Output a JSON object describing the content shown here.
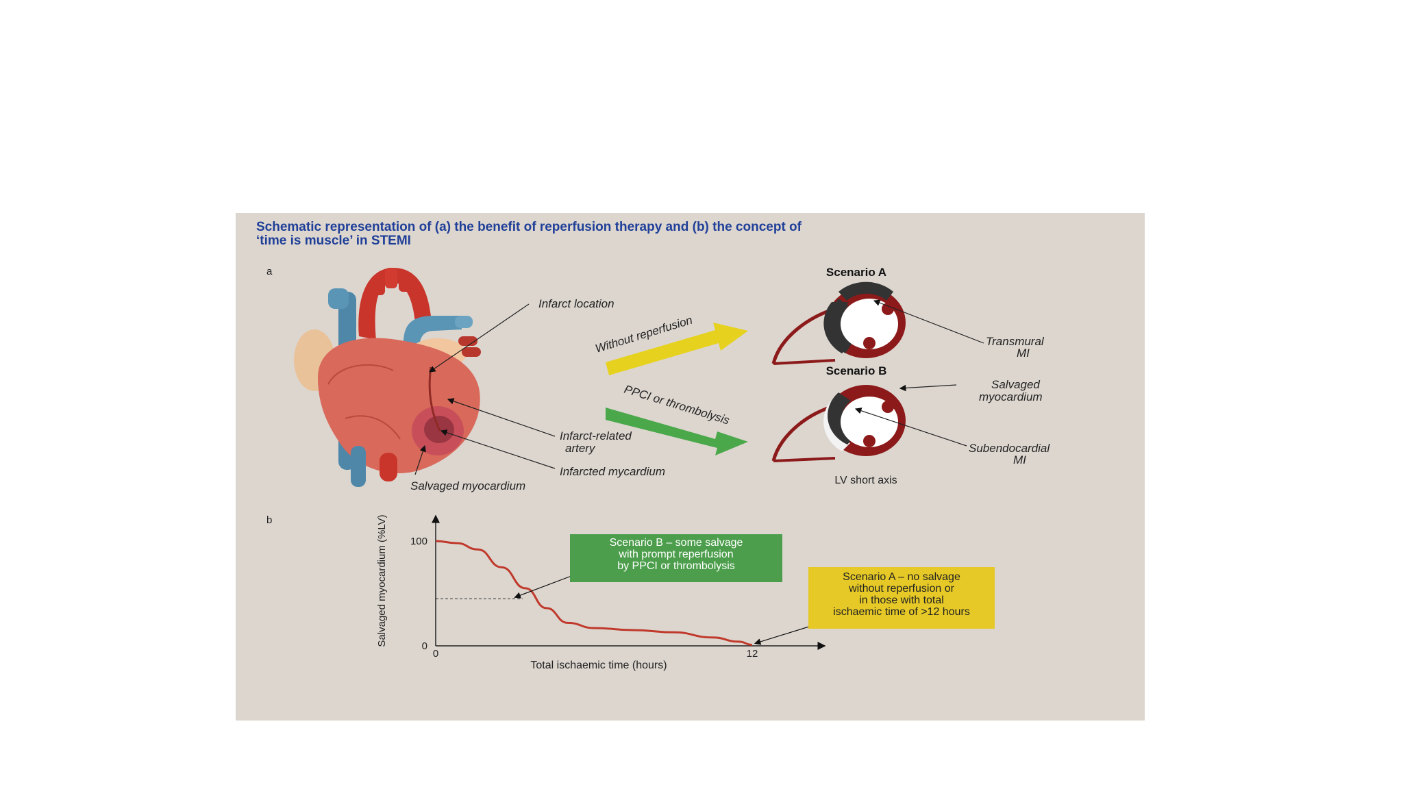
{
  "title_line1": "Schematic representation of (a) the benefit of reperfusion therapy and (b) the concept of",
  "title_line2": "‘time is muscle’ in STEMI",
  "panel_a": {
    "letter": "a",
    "heart_labels": {
      "infarct_location": "Infarct location",
      "infarct_related_1": "Infarct-related",
      "infarct_related_2": "artery",
      "infarcted": "Infarcted mycardium",
      "salvaged": "Salvaged myocardium"
    },
    "arrow_without": "Without reperfusion",
    "arrow_ppci": "PPCI or thrombolysis",
    "scenario_a": "Scenario A",
    "scenario_b": "Scenario B",
    "transmural_1": "Transmural",
    "transmural_2": "MI",
    "salvaged_myo_1": "Salvaged",
    "salvaged_myo_2": "myocardium",
    "subendo_1": "Subendocardial",
    "subendo_2": "MI",
    "lv_short_axis": "LV short axis",
    "colors": {
      "arrow_yellow": "#e6d21e",
      "arrow_green": "#4aa84a",
      "myocardium": "#8c1a1a",
      "infarct": "#333333"
    }
  },
  "panel_b": {
    "letter": "b",
    "box_b": [
      "Scenario B – some salvage",
      "with prompt reperfusion",
      "by PPCI or thrombolysis"
    ],
    "box_a": [
      "Scenario A – no salvage",
      "without reperfusion or",
      "in those with total",
      "ischaemic time of >12 hours"
    ],
    "box_b_color": "#4c9e4c",
    "box_a_color": "#e6c926"
  },
  "chart_data": {
    "type": "line",
    "xlabel": "Total ischaemic time (hours)",
    "ylabel": "Salvaged myocardium (%LV)",
    "x_ticks": [
      "0",
      "12"
    ],
    "y_ticks": [
      "0",
      "100"
    ],
    "xlim": [
      0,
      14
    ],
    "ylim": [
      0,
      120
    ],
    "series": [
      {
        "x": [
          0,
          0.8,
          1.6,
          2.5,
          3.4,
          4.2,
          5.0,
          6.0,
          7.5,
          9.0,
          10.5,
          11.5,
          12.0
        ],
        "y": [
          100,
          98,
          92,
          75,
          55,
          36,
          22,
          17,
          15,
          13,
          8,
          4,
          1
        ],
        "color": "#c0392b"
      }
    ],
    "reference_line_y": 45
  }
}
